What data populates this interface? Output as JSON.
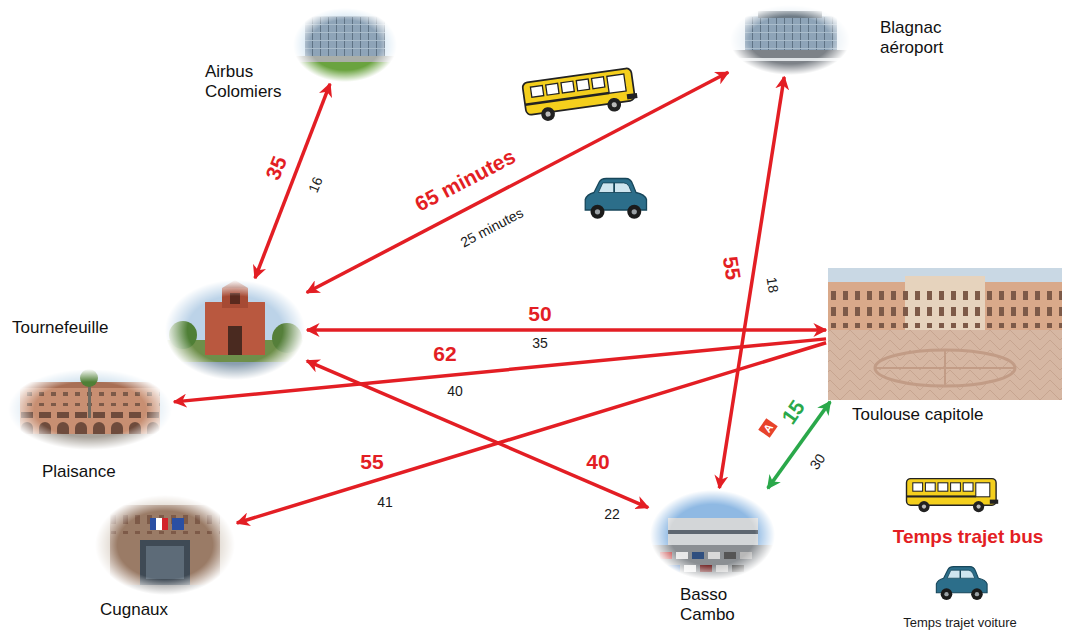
{
  "diagram": {
    "nodes": [
      {
        "text": [
          "Airbus Colomiers"
        ]
      },
      {
        "text": [
          "Blagnac aéroport"
        ]
      },
      {
        "text": [
          "Tournefeuille"
        ]
      },
      {
        "text": [
          "Toulouse capitole"
        ]
      },
      {
        "text": [
          "Plaisance"
        ]
      },
      {
        "text": [
          "Cugnaux"
        ]
      },
      {
        "text": [
          "Basso Cambo"
        ]
      }
    ],
    "edges": [
      {
        "from": 0,
        "to": 2,
        "arrow": "both",
        "label": "35"
      },
      {
        "from": 2,
        "to": 1,
        "arrow": "both",
        "label": "65 minutes"
      },
      {
        "from": 1,
        "to": 6,
        "arrow": "both",
        "label": "55"
      },
      {
        "from": 2,
        "to": 3,
        "arrow": "both",
        "label": "50"
      },
      {
        "from": 3,
        "to": 4,
        "arrow": "to",
        "label": "62"
      },
      {
        "from": 3,
        "to": 5,
        "arrow": "to",
        "label": "55"
      },
      {
        "from": 2,
        "to": 6,
        "arrow": "both",
        "label": "40"
      },
      {
        "from": 6,
        "to": 3,
        "arrow": "both",
        "label": "15"
      }
    ],
    "labels": [
      "16",
      "25 minutes",
      "18",
      "35",
      "40",
      "41",
      "22",
      "30",
      "A"
    ],
    "legend": [
      {
        "text": "Temps trajet bus"
      },
      {
        "text": "Temps trajet voiture"
      }
    ]
  }
}
